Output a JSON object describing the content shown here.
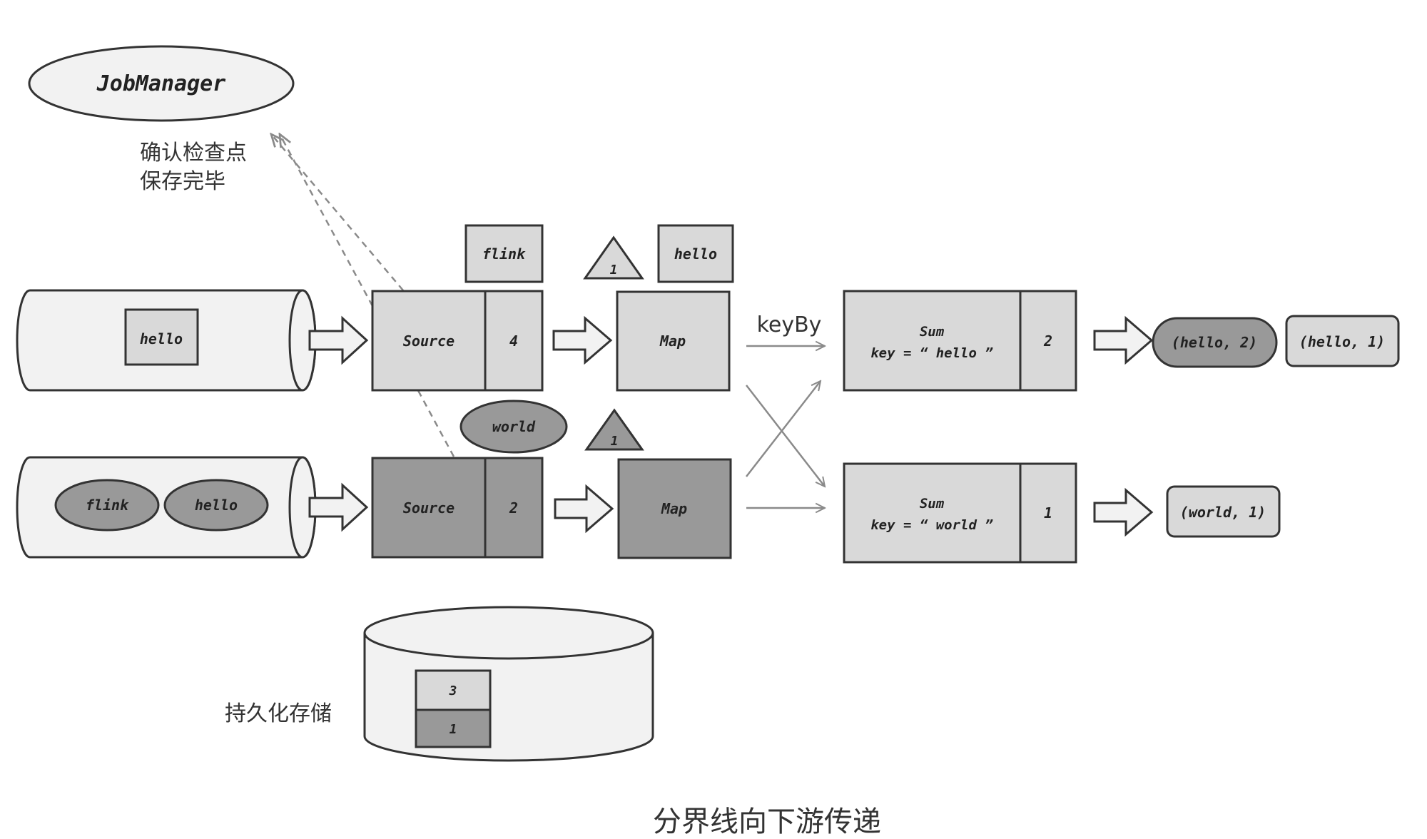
{
  "labels": {
    "jobmanager": "JobManager",
    "ack_line1": "确认检查点",
    "ack_line2": "保存完毕",
    "keyby": "keyBy",
    "storage": "持久化存储",
    "caption": "分界线向下游传递"
  },
  "top_row": {
    "queue_item": "hello",
    "source_label": "Source",
    "source_offset": "4",
    "in_flight_record": "flink",
    "barrier": "1",
    "map_out_record": "hello",
    "map_label": "Map",
    "sum_line1": "Sum",
    "sum_line2": "key = “ hello ”",
    "sum_count": "2",
    "result_current": "(hello, 2)",
    "result_previous": "(hello, 1)"
  },
  "bottom_row": {
    "queue_item_a": "flink",
    "queue_item_b": "hello",
    "in_flight_record": "world",
    "barrier": "1",
    "source_label": "Source",
    "source_offset": "2",
    "map_label": "Map",
    "sum_line1": "Sum",
    "sum_line2": "key = “ world ”",
    "sum_count": "1",
    "result": "(world, 1)"
  },
  "storage_cells": {
    "top": "3",
    "bottom": "1"
  },
  "colors": {
    "light_fill": "#d9d9d9",
    "dark_fill": "#999999",
    "queue_fill": "#f2f2f2",
    "stroke": "#333333",
    "arrow_gray": "#8a8a8a"
  }
}
